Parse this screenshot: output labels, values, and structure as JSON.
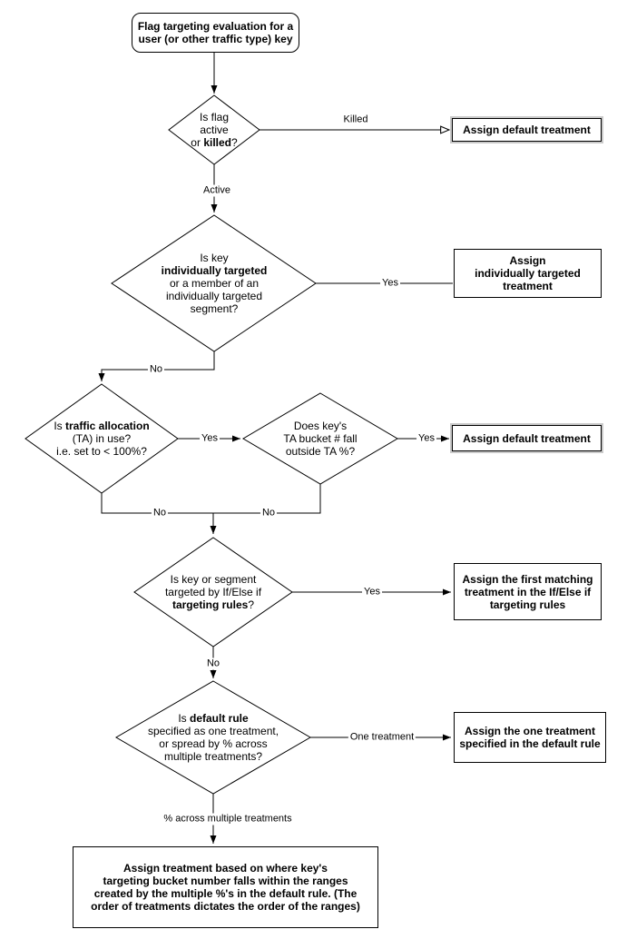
{
  "flowchart": {
    "colors": {
      "stroke": "#000000",
      "background": "#ffffff",
      "shadow": "#c9c9c9"
    },
    "start": {
      "lines": [
        [
          {
            "t": "Flag targeting evaluation for a",
            "b": true
          }
        ],
        [
          {
            "t": "user (or other traffic type) key",
            "b": true
          }
        ]
      ]
    },
    "decisions": {
      "flag_active": {
        "lines": [
          [
            {
              "t": "Is flag",
              "b": false
            }
          ],
          [
            {
              "t": "active",
              "b": false
            }
          ],
          [
            {
              "t": "or ",
              "b": false
            },
            {
              "t": "killed",
              "b": true
            },
            {
              "t": "?",
              "b": false
            }
          ]
        ]
      },
      "individually_targeted": {
        "lines": [
          [
            {
              "t": "Is key",
              "b": false
            }
          ],
          [
            {
              "t": "individually targeted",
              "b": true
            }
          ],
          [
            {
              "t": "or a member of an",
              "b": false
            }
          ],
          [
            {
              "t": "individually targeted",
              "b": false
            }
          ],
          [
            {
              "t": "segment?",
              "b": false
            }
          ]
        ]
      },
      "traffic_allocation": {
        "lines": [
          [
            {
              "t": "Is ",
              "b": false
            },
            {
              "t": "traffic allocation",
              "b": true
            }
          ],
          [
            {
              "t": "(TA) in use?",
              "b": false
            }
          ],
          [
            {
              "t": "i.e. set to < 100%?",
              "b": false
            }
          ]
        ]
      },
      "ta_bucket": {
        "lines": [
          [
            {
              "t": "Does key's",
              "b": false
            }
          ],
          [
            {
              "t": "TA bucket # fall",
              "b": false
            }
          ],
          [
            {
              "t": "outside TA %?",
              "b": false
            }
          ]
        ]
      },
      "targeting_rules": {
        "lines": [
          [
            {
              "t": "Is key or segment",
              "b": false
            }
          ],
          [
            {
              "t": "targeted by If/Else if",
              "b": false
            }
          ],
          [
            {
              "t": "targeting rules",
              "b": true
            },
            {
              "t": "?",
              "b": false
            }
          ]
        ]
      },
      "default_rule": {
        "lines": [
          [
            {
              "t": "Is ",
              "b": false
            },
            {
              "t": "default rule",
              "b": true
            }
          ],
          [
            {
              "t": "specified as one treatment,",
              "b": false
            }
          ],
          [
            {
              "t": "or spread by % across",
              "b": false
            }
          ],
          [
            {
              "t": "multiple treatments?",
              "b": false
            }
          ]
        ]
      }
    },
    "outcomes": {
      "default_treatment_killed": {
        "lines": [
          [
            {
              "t": "Assign default treatment",
              "b": true
            }
          ]
        ]
      },
      "individually_targeted_treatment": {
        "lines": [
          [
            {
              "t": "Assign",
              "b": true
            }
          ],
          [
            {
              "t": "individually targeted",
              "b": true
            }
          ],
          [
            {
              "t": "treatment",
              "b": true
            }
          ]
        ]
      },
      "default_treatment_ta": {
        "lines": [
          [
            {
              "t": "Assign default treatment",
              "b": true
            }
          ]
        ]
      },
      "first_matching_treatment": {
        "lines": [
          [
            {
              "t": "Assign the first matching",
              "b": true
            }
          ],
          [
            {
              "t": "treatment in the If/Else if",
              "b": true
            }
          ],
          [
            {
              "t": "targeting rules",
              "b": true
            }
          ]
        ]
      },
      "one_treatment_default_rule": {
        "lines": [
          [
            {
              "t": "Assign the one treatment",
              "b": true
            }
          ],
          [
            {
              "t": "specified in the default rule",
              "b": true
            }
          ]
        ]
      },
      "bucket_ranges_treatment": {
        "lines": [
          [
            {
              "t": "Assign treatment based on where key's",
              "b": true
            }
          ],
          [
            {
              "t": "targeting bucket number falls within the ranges",
              "b": true
            }
          ],
          [
            {
              "t": "created by the multiple %'s in the default rule. (The",
              "b": true
            }
          ],
          [
            {
              "t": "order of treatments dictates the order of the ranges)",
              "b": true
            }
          ]
        ]
      }
    },
    "edge_labels": {
      "killed": "Killed",
      "active": "Active",
      "yes_individually_targeted": "Yes",
      "no_individually_targeted": "No",
      "yes_traffic_allocation": "Yes",
      "yes_ta_bucket": "Yes",
      "no_traffic_allocation": "No",
      "no_ta_bucket": "No",
      "yes_targeting_rules": "Yes",
      "no_targeting_rules": "No",
      "one_treatment": "One treatment",
      "pct_across": "% across multiple treatments"
    }
  }
}
